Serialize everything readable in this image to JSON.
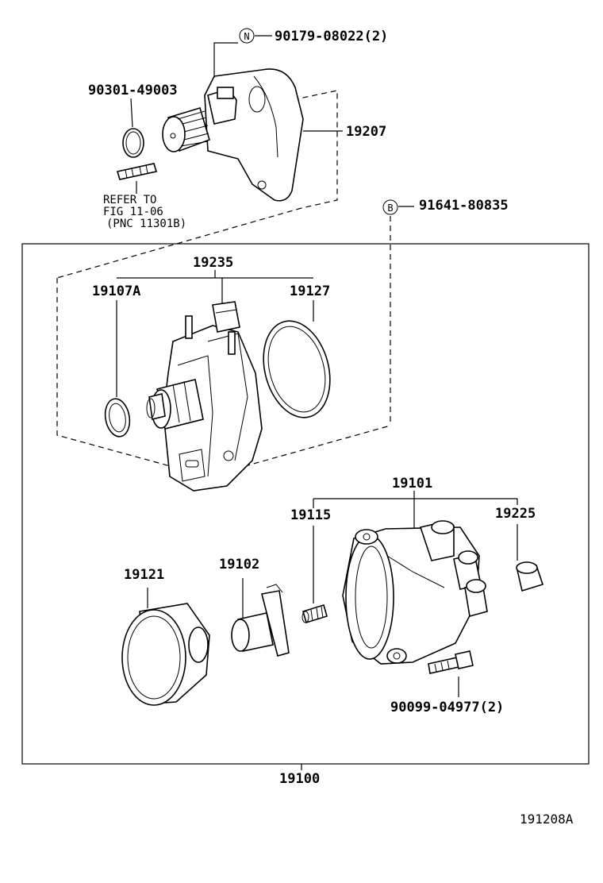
{
  "diagram_id": "191208A",
  "assembly_number": "19100",
  "callouts": {
    "n_nut": {
      "badge": "N",
      "part": "90179-08022(2)"
    },
    "o_ring_top": "90301-49003",
    "housing": "19207",
    "refer_note": [
      "REFER TO",
      "FIG 11-06",
      "(PNC 11301B)"
    ],
    "b_bolt": {
      "badge": "B",
      "part": "91641-80835"
    },
    "ignitor_set": "19235",
    "o_ring_small": "19107A",
    "gasket": "19127",
    "cap_set": "19101",
    "spring": "19115",
    "cap_terminal": "19225",
    "dust_cover": "19121",
    "rotor": "19102",
    "cap_screw": "90099-04977(2)"
  }
}
